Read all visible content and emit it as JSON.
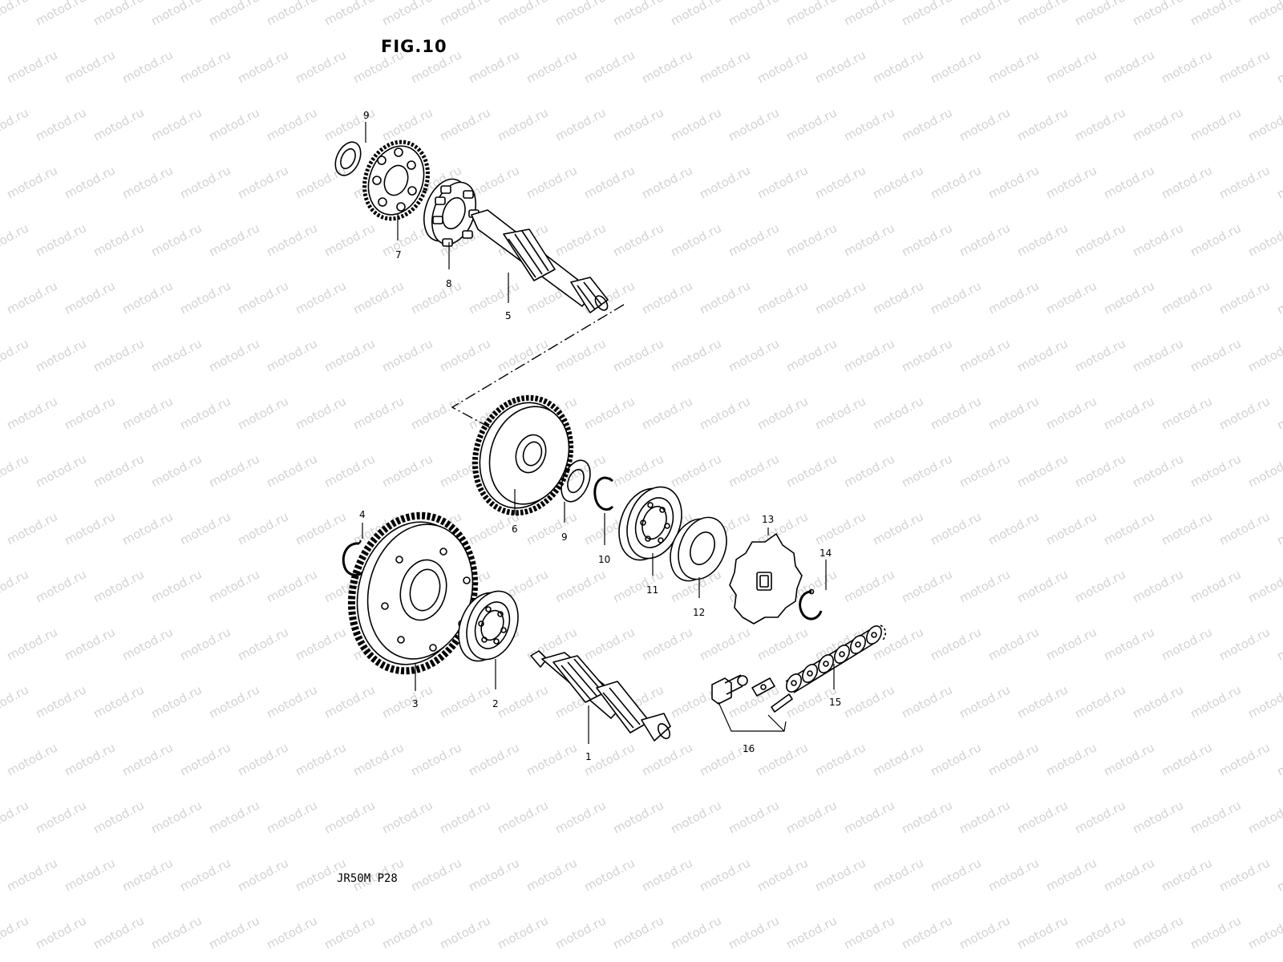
{
  "figure": {
    "title": "FIG.10",
    "code": "JR50M P28"
  },
  "watermark": {
    "text": "motod.ru",
    "color": "#d2d2d2"
  },
  "callouts": [
    {
      "id": "c1",
      "label": "1"
    },
    {
      "id": "c2",
      "label": "2"
    },
    {
      "id": "c3",
      "label": "3"
    },
    {
      "id": "c4",
      "label": "4"
    },
    {
      "id": "c5",
      "label": "5"
    },
    {
      "id": "c6",
      "label": "6"
    },
    {
      "id": "c7",
      "label": "7"
    },
    {
      "id": "c8",
      "label": "8"
    },
    {
      "id": "c9a",
      "label": "9"
    },
    {
      "id": "c9b",
      "label": "9"
    },
    {
      "id": "c10",
      "label": "10"
    },
    {
      "id": "c11",
      "label": "11"
    },
    {
      "id": "c12",
      "label": "12"
    },
    {
      "id": "c13",
      "label": "13"
    },
    {
      "id": "c14",
      "label": "14"
    },
    {
      "id": "c15",
      "label": "15"
    },
    {
      "id": "c16",
      "label": "16"
    }
  ]
}
